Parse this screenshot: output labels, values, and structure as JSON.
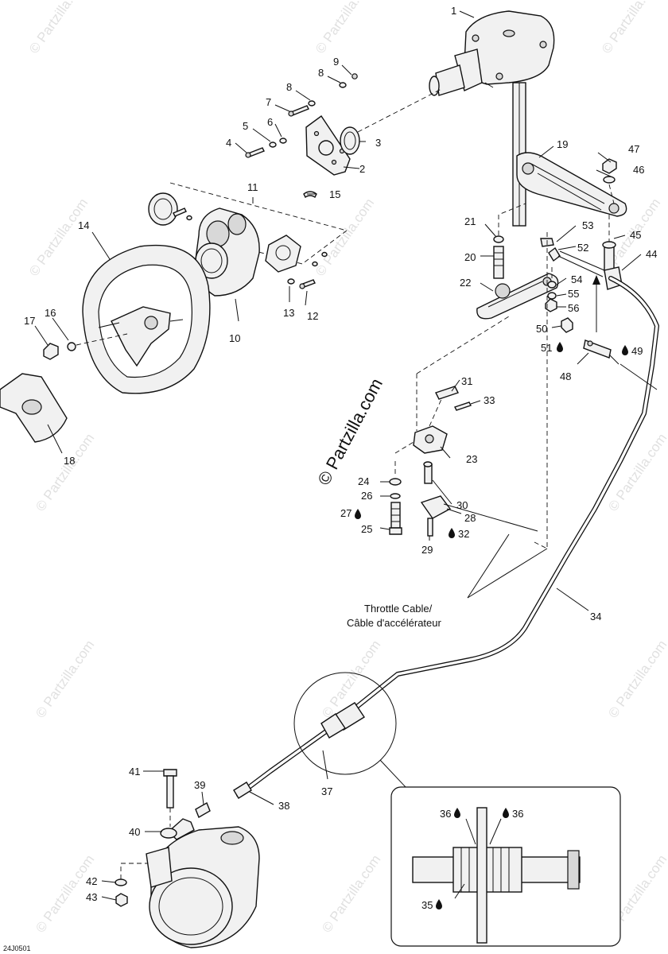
{
  "diagram_code": "24J0501",
  "watermark": "© Partzilla.com",
  "center_watermark": "© Partzilla.com",
  "callout_text": {
    "line1": "Throttle Cable/",
    "line2": "Câble d'accélérateur"
  },
  "labels": [
    {
      "id": "1",
      "text": "1"
    },
    {
      "id": "2",
      "text": "2"
    },
    {
      "id": "3",
      "text": "3"
    },
    {
      "id": "4",
      "text": "4"
    },
    {
      "id": "5",
      "text": "5"
    },
    {
      "id": "6",
      "text": "6"
    },
    {
      "id": "7",
      "text": "7"
    },
    {
      "id": "8a",
      "text": "8"
    },
    {
      "id": "8b",
      "text": "8"
    },
    {
      "id": "9",
      "text": "9"
    },
    {
      "id": "10",
      "text": "10"
    },
    {
      "id": "11",
      "text": "11"
    },
    {
      "id": "12",
      "text": "12"
    },
    {
      "id": "13",
      "text": "13"
    },
    {
      "id": "14",
      "text": "14"
    },
    {
      "id": "15",
      "text": "15"
    },
    {
      "id": "16",
      "text": "16"
    },
    {
      "id": "17",
      "text": "17"
    },
    {
      "id": "18",
      "text": "18"
    },
    {
      "id": "19",
      "text": "19"
    },
    {
      "id": "20",
      "text": "20"
    },
    {
      "id": "21",
      "text": "21"
    },
    {
      "id": "22",
      "text": "22"
    },
    {
      "id": "23",
      "text": "23"
    },
    {
      "id": "24",
      "text": "24"
    },
    {
      "id": "25",
      "text": "25"
    },
    {
      "id": "26",
      "text": "26"
    },
    {
      "id": "27",
      "text": "27"
    },
    {
      "id": "28",
      "text": "28"
    },
    {
      "id": "29",
      "text": "29"
    },
    {
      "id": "30",
      "text": "30"
    },
    {
      "id": "31",
      "text": "31"
    },
    {
      "id": "32",
      "text": "32"
    },
    {
      "id": "33",
      "text": "33"
    },
    {
      "id": "34",
      "text": "34"
    },
    {
      "id": "35",
      "text": "35"
    },
    {
      "id": "36a",
      "text": "36"
    },
    {
      "id": "36b",
      "text": "36"
    },
    {
      "id": "37",
      "text": "37"
    },
    {
      "id": "38",
      "text": "38"
    },
    {
      "id": "39",
      "text": "39"
    },
    {
      "id": "40",
      "text": "40"
    },
    {
      "id": "41",
      "text": "41"
    },
    {
      "id": "42",
      "text": "42"
    },
    {
      "id": "43",
      "text": "43"
    },
    {
      "id": "44",
      "text": "44"
    },
    {
      "id": "45",
      "text": "45"
    },
    {
      "id": "46",
      "text": "46"
    },
    {
      "id": "47",
      "text": "47"
    },
    {
      "id": "48",
      "text": "48"
    },
    {
      "id": "49",
      "text": "49"
    },
    {
      "id": "50",
      "text": "50"
    },
    {
      "id": "51",
      "text": "51"
    },
    {
      "id": "52",
      "text": "52"
    },
    {
      "id": "53",
      "text": "53"
    },
    {
      "id": "54",
      "text": "54"
    },
    {
      "id": "55",
      "text": "55"
    },
    {
      "id": "56",
      "text": "56"
    }
  ]
}
